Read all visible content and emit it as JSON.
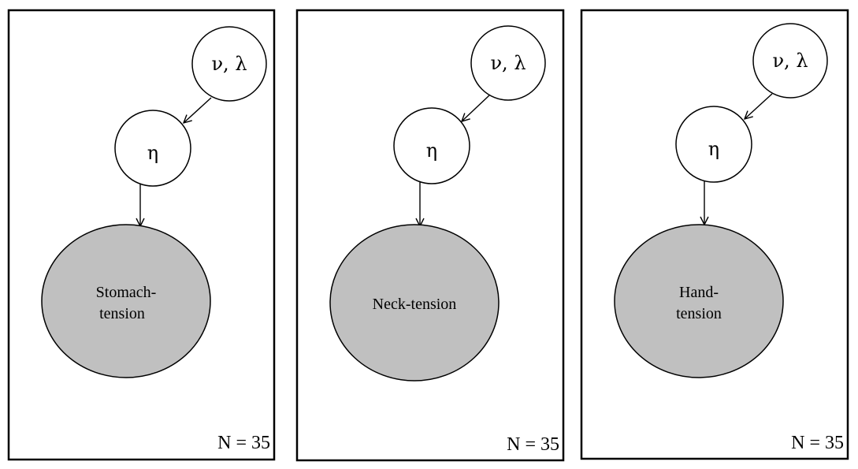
{
  "plates": [
    {
      "param_label": "ν, λ",
      "latent_label": "η",
      "observed_label_lines": [
        "Stomach-",
        "tension"
      ],
      "n_label": "N = 35"
    },
    {
      "param_label": "ν, λ",
      "latent_label": "η",
      "observed_label_lines": [
        "Neck-tension"
      ],
      "n_label": "N = 35"
    },
    {
      "param_label": "ν, λ",
      "latent_label": "η",
      "observed_label_lines": [
        "Hand-",
        "tension"
      ],
      "n_label": "N = 35"
    }
  ],
  "colors": {
    "observed_fill": "#c0c0c0",
    "node_fill": "#ffffff",
    "stroke": "#000000"
  }
}
